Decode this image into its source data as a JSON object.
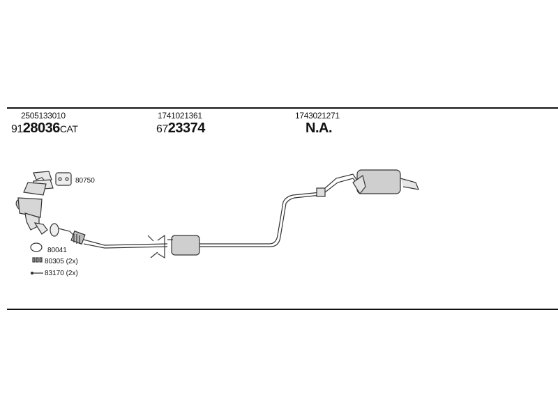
{
  "header": {
    "columns": [
      {
        "oe": "2505133010",
        "prefix": "91",
        "number": "28036",
        "suffix": "CAT"
      },
      {
        "oe": "1741021361",
        "prefix": "67",
        "number": "23374",
        "suffix": ""
      },
      {
        "oe": "1743021271",
        "prefix": "",
        "number": "N.A.",
        "suffix": ""
      }
    ]
  },
  "parts": {
    "gasket_top": "80750",
    "ring": "80041",
    "bolt": "80305 (2x)",
    "spring": "83170 (2x)"
  },
  "colors": {
    "line": "#111111",
    "part_fill": "#cfcfcf",
    "part_stroke": "#333333"
  }
}
